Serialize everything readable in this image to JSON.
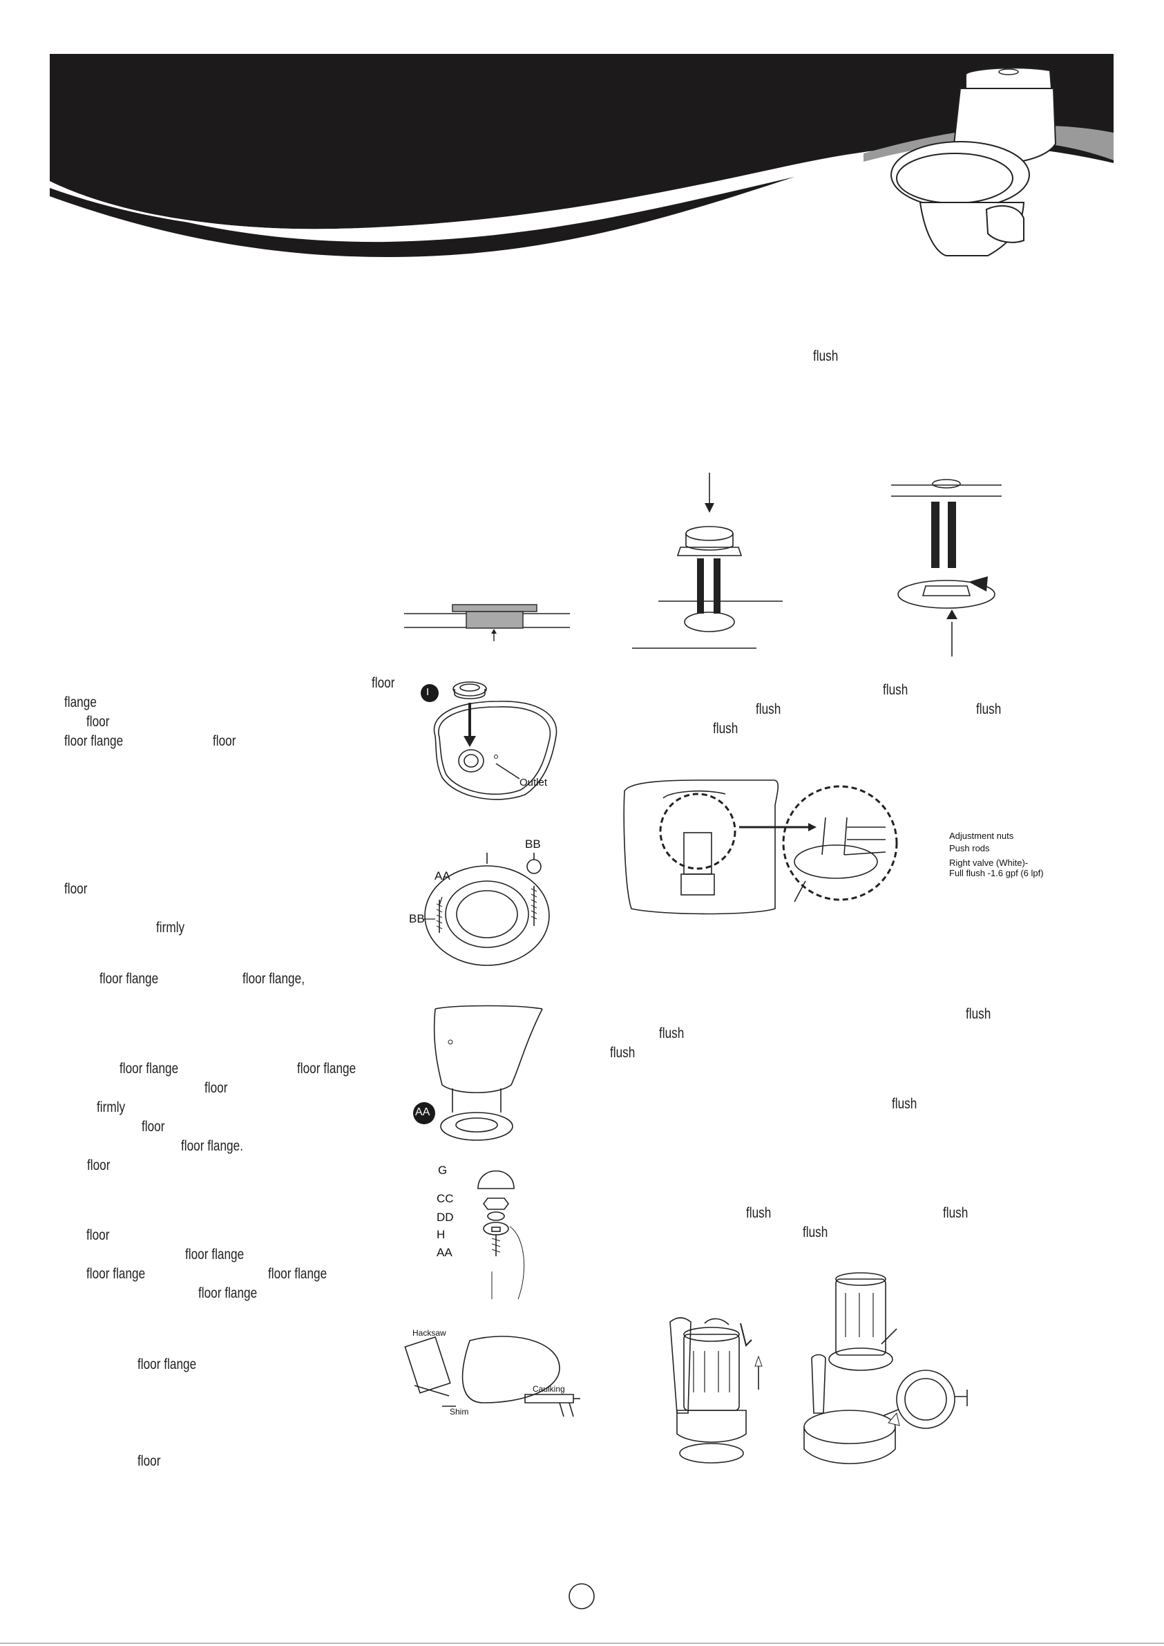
{
  "body_words": {
    "w1": "flush",
    "w2": "floor",
    "w3": "flange",
    "w4": "floor",
    "w5": "floor flange",
    "w6": "floor",
    "w7": "floor",
    "w8": "firmly",
    "w9": "floor flange",
    "w10": "floor flange,",
    "w11": "floor  flange",
    "w12": "floor  flange",
    "w13": "floor",
    "w14": "firmly",
    "w15": "floor",
    "w16": "floor flange.",
    "w17": "floor",
    "w18": "floor",
    "w19": "floor flange",
    "w20": "floor flange",
    "w21": "floor flange",
    "w22": "floor flange",
    "w23": "floor flange",
    "w24": "floor",
    "w25": "flush",
    "w26": "flush",
    "w27": "flush",
    "w28": "flush",
    "w29": "flush",
    "w30": "flush",
    "w31": "flush",
    "w32": "flush",
    "w33": "flush",
    "w34": "flush",
    "w35": "flush"
  },
  "figure_labels": {
    "step_badge_i": "I",
    "outlet": "Outlet",
    "bb_top": "BB",
    "aa": "AA",
    "bb_left": "BB",
    "aa_badge": "AA",
    "g": "G",
    "cc": "CC",
    "dd": "DD",
    "h": "H",
    "aa_bottom": "AA",
    "hacksaw": "Hacksaw",
    "caulking": "Caulking",
    "shim": "Shim",
    "adjustment_nuts": "Adjustment nuts",
    "push_rods": "Push rods",
    "right_valve_1": "Right valve (White)-",
    "right_valve_2": "Full flush -1.6 gpf (6 lpf)"
  },
  "colors": {
    "banner": "#1c1a1a",
    "swoosh_grey": "#9a9a9a",
    "line_art": "#222222",
    "pad_grey": "#a9a9a9"
  }
}
